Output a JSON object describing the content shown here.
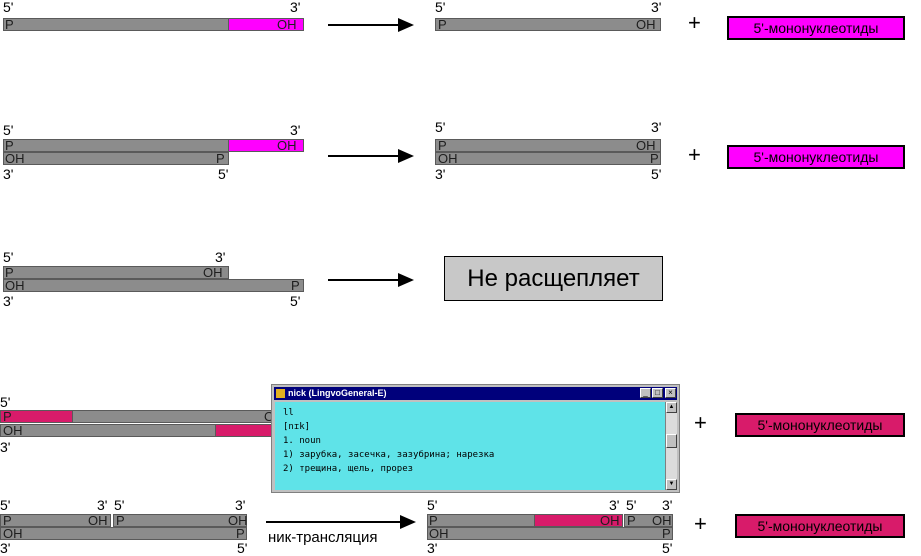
{
  "labels": {
    "five_prime": "5'",
    "three_prime": "3'",
    "p": "P",
    "oh": "OH"
  },
  "products": {
    "mononucleotides": "5'-мононуклеотиды",
    "no_cleavage": "Не расщепляет"
  },
  "operators": {
    "plus": "+"
  },
  "arrow_label": "ник-трансляция",
  "colors": {
    "strand_gray": "#8c8c8c",
    "magenta": "#ff00ff",
    "crimson": "#d81b6a",
    "popup_content_bg": "#5fe3e8",
    "title_bar": "#00007b",
    "no_cleavage_box": "#c8c8c8"
  },
  "popup": {
    "title": "nick (LingvoGeneral-E)",
    "lines": [
      "ll",
      "[nɪk]",
      "1. noun",
      "1) зарубка, засечка, зазубрина; нарезка",
      "2) трещина, щель, прорез"
    ],
    "buttons": {
      "minimize": "_",
      "maximize": "□",
      "close": "×"
    },
    "scroll_up": "▲",
    "scroll_down": "▼"
  }
}
